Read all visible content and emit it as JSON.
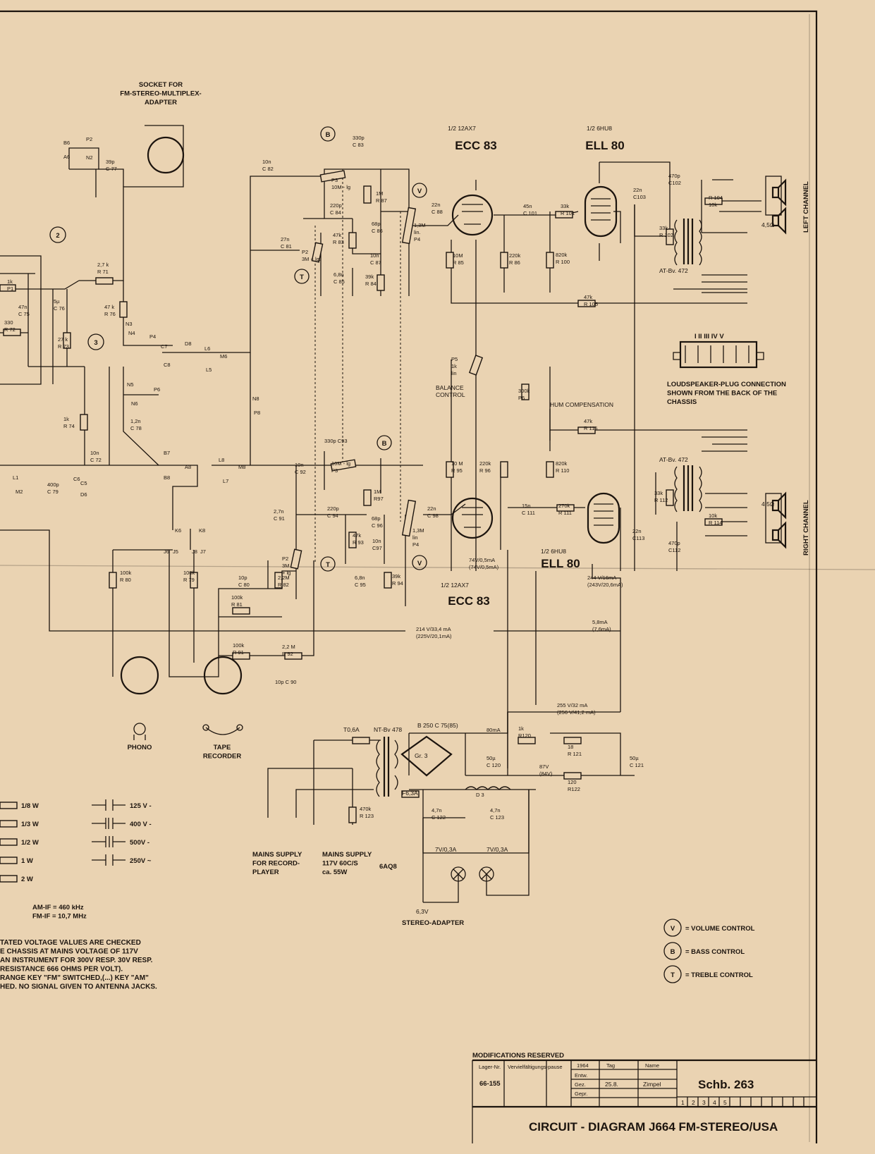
{
  "tubes": {
    "v1_top": {
      "half": "1/2 12AX7",
      "name": "ECC 83"
    },
    "v2_top": {
      "half": "1/2 6HU8",
      "name": "ELL 80"
    },
    "v1_bot": {
      "half": "1/2 12AX7",
      "name": "ECC 83"
    },
    "v2_bot": {
      "half": "1/2 6HU8",
      "name": "ELL 80"
    }
  },
  "labels": {
    "socket_adapter": [
      "SOCKET FOR",
      "FM-STEREO-MULTIPLEX-",
      "ADAPTER"
    ],
    "left_channel": "LEFT CHANNEL",
    "right_channel": "RIGHT CHANNEL",
    "balance_control": [
      "BALANCE",
      "CONTROL"
    ],
    "hum_compensation": "HUM COMPENSATION",
    "loudspeaker_plug": [
      "LOUDSPEAKER-PLUG CONNECTION",
      "SHOWN FROM THE BACK OF THE",
      "CHASSIS"
    ],
    "phono": "PHONO",
    "tape_recorder": [
      "TAPE",
      "RECORDER"
    ],
    "mains_record": [
      "MAINS SUPPLY",
      "FOR RECORD-",
      "PLAYER"
    ],
    "mains_supply": [
      "MAINS SUPPLY",
      "117V 60C/S",
      "ca. 55W"
    ],
    "stereo_adapter": "STEREO-ADAPTER",
    "tube_6aq8": "6AQ8",
    "volt_6v3": "6,3V",
    "transformer_top": "AT-Bv. 472",
    "transformer_bot": "AT-Bv. 472",
    "mains_transformer": "NT-Bv 478",
    "rectifier": "B 250  C 75(85)",
    "rect_gr": "Gr. 3",
    "fuse_1": "T0,6A",
    "fuse_2": "F6,3A",
    "lamp_1": "7V/0,3A",
    "lamp_2": "7V/0,3A",
    "roman": "I  II  III  IV  V"
  },
  "components": {
    "C82": [
      "10n",
      "C 82"
    ],
    "C83": [
      "330p",
      "C 83"
    ],
    "P3": [
      "P3",
      "10M - lg"
    ],
    "R87": [
      "1M",
      "R 87"
    ],
    "C84": [
      "220p",
      "C 84"
    ],
    "R83": [
      "47k",
      "R 83"
    ],
    "C86": [
      "68p",
      "C 86"
    ],
    "C87": [
      "10n",
      "C 87"
    ],
    "R84": [
      "39k",
      "R 84"
    ],
    "C81": [
      "27n",
      "C 81"
    ],
    "P2": [
      "P2",
      "3M + lg."
    ],
    "C85": [
      "6,8n",
      "C 85"
    ],
    "P4": [
      "1,3M",
      "lin.",
      "P4"
    ],
    "C88": [
      "22n",
      "C 88"
    ],
    "R85": [
      "10M",
      "R 85"
    ],
    "R86": [
      "220k",
      "R 86"
    ],
    "C101": [
      "45n",
      "C 101"
    ],
    "R101": [
      "33k",
      "R 101"
    ],
    "R100": [
      "820k",
      "R 100"
    ],
    "C103": [
      "22n",
      "C103"
    ],
    "C102": [
      "470p",
      "C102"
    ],
    "R104": [
      "R 104",
      "10k"
    ],
    "R102": [
      "33k",
      "R 102"
    ],
    "R105": [
      "47k",
      "R 105"
    ],
    "P5": [
      "P5",
      "1k",
      "lin"
    ],
    "P6": [
      "300k",
      "P6"
    ],
    "R115": [
      "47k",
      "R 115"
    ],
    "C93": [
      "330p  C93",
      ""
    ],
    "P3b": [
      "10M - lg",
      "P3"
    ],
    "R97": [
      "1M",
      "R97"
    ],
    "R95": [
      "10 M",
      "R 95"
    ],
    "R96": [
      "220k",
      "R 96"
    ],
    "R110": [
      "820k",
      "R 110"
    ],
    "C92": [
      "10n",
      "C 92"
    ],
    "C91": [
      "2,7n",
      "C 91"
    ],
    "C94": [
      "220p",
      "C 94"
    ],
    "R93": [
      "47k",
      "R 93"
    ],
    "C96": [
      "68p",
      "C 96"
    ],
    "C97": [
      "10n",
      "C97"
    ],
    "P4b": [
      "1,3M",
      "lin",
      "P4"
    ],
    "C98": [
      "22n",
      "C 98"
    ],
    "C111": [
      "15n",
      "C 111"
    ],
    "R111": [
      "270k",
      "R 111"
    ],
    "R112": [
      "33k",
      "R 112"
    ],
    "R114": [
      "10k",
      "R 114"
    ],
    "C113": [
      "22n",
      "C113"
    ],
    "C112": [
      "470p",
      "C112"
    ],
    "C80": [
      "10p",
      "C 80"
    ],
    "R82": [
      "2,2M",
      "R 82"
    ],
    "P2b": [
      "P2",
      "3M",
      "+ lg"
    ],
    "C95": [
      "6,8n",
      "C 95"
    ],
    "R94": [
      "39k",
      "R 94"
    ],
    "R81": [
      "100k",
      "R 81"
    ],
    "R91": [
      "100k",
      "R 91"
    ],
    "R92": [
      "2,2 M",
      "R 92"
    ],
    "C90": [
      "10p  C 90",
      ""
    ],
    "R80": [
      "100k",
      "R 80"
    ],
    "R79": [
      "100k",
      "R 79"
    ],
    "R71": [
      "2,7 k",
      "R 71"
    ],
    "R76": [
      "47 k",
      "R 76"
    ],
    "R73": [
      "27 k",
      "R 73"
    ],
    "C75": [
      "47n",
      "C 75"
    ],
    "C76": [
      "5µ",
      "C 76"
    ],
    "R72": [
      "330",
      "R 72"
    ],
    "C77": [
      "39p",
      "C 77"
    ],
    "C78": [
      "1,2n",
      "C 78"
    ],
    "R74": [
      "1k",
      "R 74"
    ],
    "C72": [
      "10n",
      "C 72"
    ],
    "C79": [
      "400p",
      "C 79"
    ],
    "P1": [
      "1k",
      "P1"
    ],
    "R120": [
      "1k",
      "R120"
    ],
    "R121": [
      "18",
      "R 121"
    ],
    "R122": [
      "120",
      "R122"
    ],
    "C120": [
      "50µ",
      "C 120"
    ],
    "C121": [
      "50µ",
      "C 121"
    ],
    "C122": [
      "4,7n",
      "C 122"
    ],
    "C123": [
      "4,7n",
      "C 123"
    ],
    "R123": [
      "470k",
      "R 123"
    ],
    "D3": [
      "D 3",
      ""
    ]
  },
  "measurements": {
    "m1": [
      "74V/0,5mA",
      "(74V/0,5mA)"
    ],
    "m2": [
      "244 V/16mA",
      "(243V/20,6mA)"
    ],
    "m3": [
      "5,8mA",
      "(7,6mA)"
    ],
    "m4": [
      "214 V/33,4 mA",
      "(225V/20,1mA)"
    ],
    "m5": [
      "255 V/32 mA",
      "(256 V/41,2 mA)"
    ],
    "m6": "80mA",
    "m7": [
      "87V",
      "(84V)"
    ]
  },
  "speaker_ohms": {
    "left": "4,5Ω",
    "right": "4,5Ω"
  },
  "switch_labels": [
    "B6",
    "A6",
    "P2",
    "N2",
    "N3",
    "N4",
    "P4",
    "C7",
    "D8",
    "L6",
    "M6",
    "C8",
    "L5",
    "N5",
    "P6",
    "N6",
    "N8",
    "P8",
    "B7",
    "A8",
    "L8",
    "M8",
    "B8",
    "L7",
    "L1",
    "M2",
    "C6",
    "C5",
    "D6",
    "K6",
    "K8",
    "J6",
    "J5",
    "J8",
    "J7"
  ],
  "markers": {
    "n2": "2",
    "n3": "3",
    "B": "B",
    "V": "V",
    "T": "T"
  },
  "legend": {
    "wattage": [
      "1/8 W",
      "1/3 W",
      "1/2 W",
      "1 W",
      "2 W"
    ],
    "voltage": [
      "125 V -",
      "400 V -",
      "500V -",
      "250V ~"
    ],
    "if": [
      "AM-IF = 460 kHz",
      "FM-IF = 10,7 MHz"
    ],
    "note": [
      "TATED VOLTAGE VALUES ARE CHECKED",
      "E CHASSIS AT MAINS VOLTAGE OF 117V",
      "AN INSTRUMENT FOR 300V RESP. 30V RESP.",
      "RESISTANCE 666 OHMS PER VOLT).",
      "RANGE KEY \"FM\" SWITCHED,(...) KEY \"AM\"",
      "HED. NO SIGNAL GIVEN TO ANTENNA JACKS."
    ],
    "controls": [
      {
        "sym": "V",
        "text": "= VOLUME CONTROL"
      },
      {
        "sym": "B",
        "text": "= BASS CONTROL"
      },
      {
        "sym": "T",
        "text": "= TREBLE CONTROL"
      }
    ]
  },
  "title_block": {
    "modifications": "MODIFICATIONS RESERVED",
    "lager_label": "Lager-Nr.",
    "lager_no": "66-155",
    "vervielf": "Vervielfältigungs-pause",
    "year": "1964",
    "tag": "Tag",
    "name_h": "Name",
    "entw": "Entw.",
    "gez": "Gez.",
    "gepr": "Gepr.",
    "date": "25.8.",
    "signature": "Zimpel",
    "schb": "Schb. 263",
    "sheets": [
      "1",
      "2",
      "3",
      "4",
      "5"
    ],
    "title": "CIRCUIT - DIAGRAM  J664 FM-STEREO/USA"
  }
}
